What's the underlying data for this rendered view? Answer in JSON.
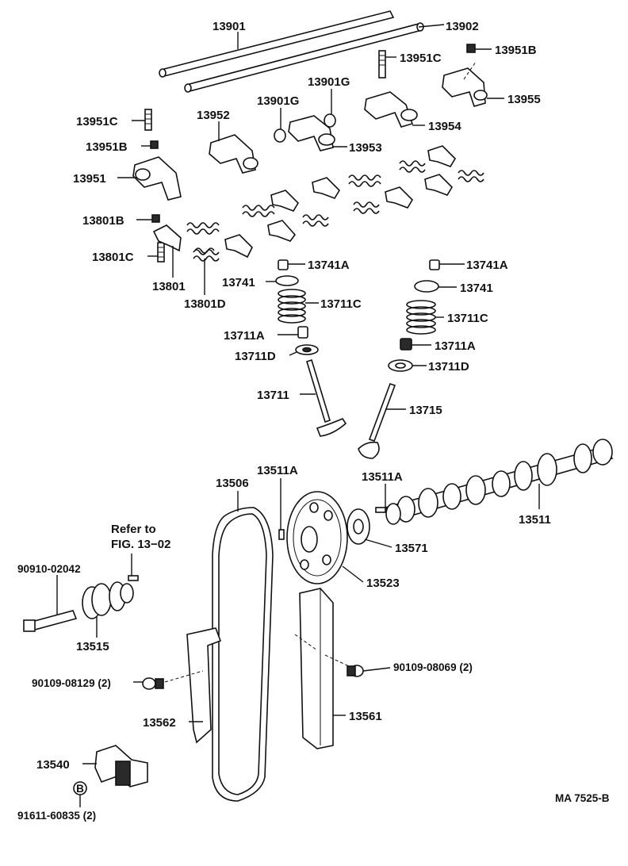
{
  "figure_id": "MA 7525-B",
  "callouts": {
    "c13901": "13901",
    "c13902": "13902",
    "c13951C_top": "13951C",
    "c13951B_top": "13951B",
    "c13901G_a": "13901G",
    "c13901G_b": "13901G",
    "c13955": "13955",
    "c13952": "13952",
    "c13954": "13954",
    "c13951C_left": "13951C",
    "c13953": "13953",
    "c13951B_left": "13951B",
    "c13951": "13951",
    "c13801B": "13801B",
    "c13801C": "13801C",
    "c13801": "13801",
    "c13801D": "13801D",
    "c13741A_l": "13741A",
    "c13741_l": "13741",
    "c13711C_l": "13711C",
    "c13711A_l": "13711A",
    "c13711D_l": "13711D",
    "c13711": "13711",
    "c13741A_r": "13741A",
    "c13741_r": "13741",
    "c13711C_r": "13711C",
    "c13711A_r": "13711A",
    "c13711D_r": "13711D",
    "c13715": "13715",
    "c13511A_l": "13511A",
    "c13511A_r": "13511A",
    "c13506": "13506",
    "c13511": "13511",
    "c13571": "13571",
    "c13523": "13523",
    "refer_line1": "Refer to",
    "refer_line2": "FIG. 13−02",
    "c90910": "90910-02042",
    "c13515": "13515",
    "c90109_r": "90109-08069 (2)",
    "c90109_l": "90109-08129 (2)",
    "c13562": "13562",
    "c13561": "13561",
    "c13540": "13540",
    "c91611": "91611-60835 (2)",
    "circle_b": "B"
  }
}
